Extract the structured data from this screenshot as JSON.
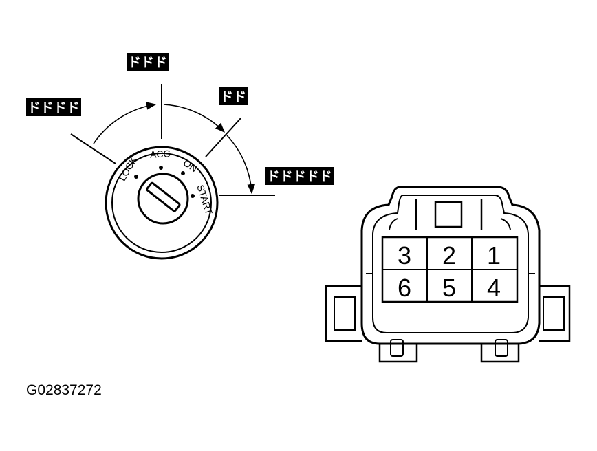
{
  "ignition_switch": {
    "positions": [
      "LOCK",
      "ACC",
      "ON",
      "START"
    ],
    "callout_glyph": "ド",
    "callouts": [
      {
        "id": "lock",
        "glyph_count": 4
      },
      {
        "id": "acc",
        "glyph_count": 3
      },
      {
        "id": "on",
        "glyph_count": 2
      },
      {
        "id": "start",
        "glyph_count": 5
      }
    ]
  },
  "connector": {
    "pins_top": [
      "3",
      "2",
      "1"
    ],
    "pins_bottom": [
      "6",
      "5",
      "4"
    ]
  },
  "figure_code": "G02837272",
  "colors": {
    "line": "#000000",
    "background": "#ffffff",
    "callout_box": "#000000"
  }
}
